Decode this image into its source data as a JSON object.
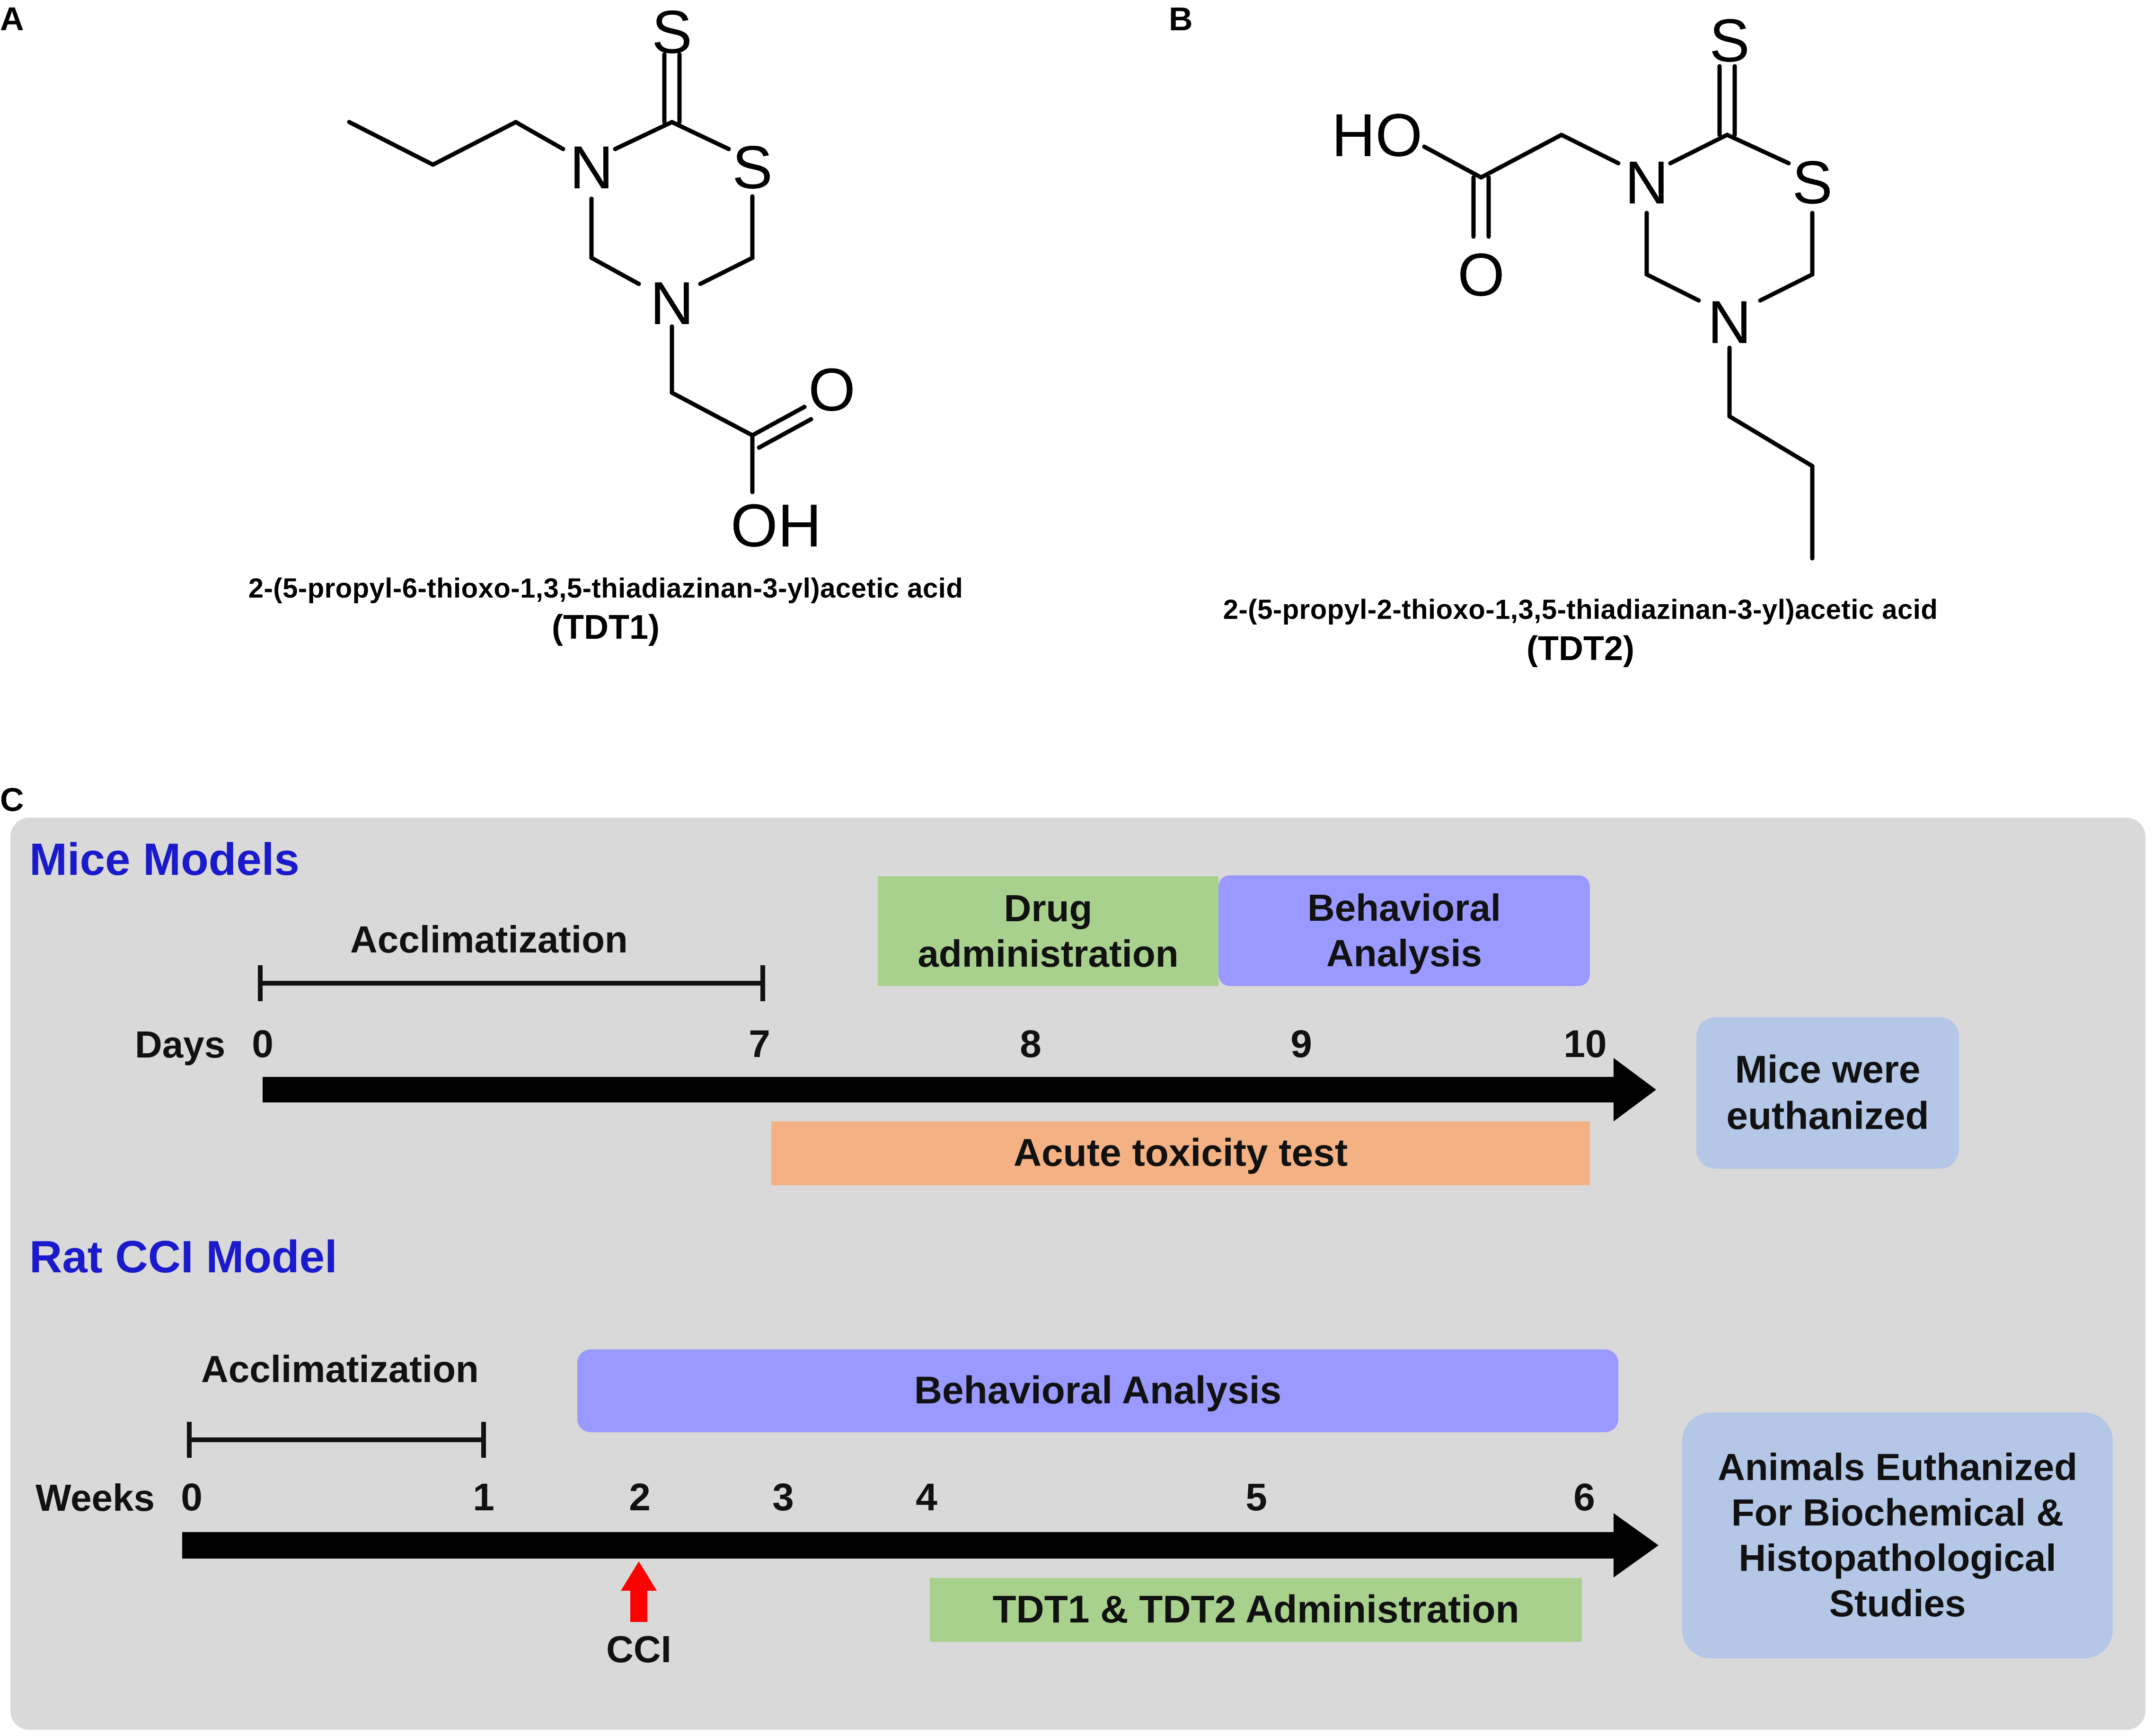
{
  "panel_a": {
    "letter": "A",
    "atoms": {
      "thione_s": "S",
      "n1": "N",
      "s_ring": "S",
      "n2": "N",
      "carbonyl_o": "O",
      "hydroxyl": "OH"
    },
    "name": "2-(5-propyl-6-thioxo-1,3,5-thiadiazinan-3-yl)acetic acid",
    "code": "(TDT1)"
  },
  "panel_b": {
    "letter": "B",
    "atoms": {
      "thione_s": "S",
      "hydroxyl": "HO",
      "n1": "N",
      "s_ring": "S",
      "carbonyl_o": "O",
      "n2": "N"
    },
    "name": "2-(5-propyl-2-thioxo-1,3,5-thiadiazinan-3-yl)acetic acid",
    "code": "(TDT2)"
  },
  "panel_c": {
    "letter": "C",
    "mice": {
      "title": "Mice Models",
      "acclimatization": "Acclimatization",
      "axis_label": "Days",
      "ticks": [
        "0",
        "7",
        "8",
        "9",
        "10"
      ],
      "drug_admin": "Drug\nadministration",
      "behavioral": "Behavioral\nAnalysis",
      "acute": "Acute toxicity test",
      "end_box": "Mice were\neuthanized"
    },
    "rat": {
      "title": "Rat CCI Model",
      "acclimatization": "Acclimatization",
      "axis_label": "Weeks",
      "ticks": [
        "0",
        "1",
        "2",
        "3",
        "4",
        "5",
        "6"
      ],
      "behavioral": "Behavioral Analysis",
      "admin": "TDT1 & TDT2 Administration",
      "cci": "CCI",
      "end_box": "Animals Euthanized\nFor Biochemical &\nHistopathological\nStudies"
    }
  },
  "colors": {
    "title_blue": "#1a1acc",
    "green": "#a9d18e",
    "lavender": "#9999ff",
    "orange": "#f4b183",
    "light_blue": "#b4c7e7",
    "panel_gray": "#d9d9d9",
    "cci_arrow": "#ff0000"
  }
}
